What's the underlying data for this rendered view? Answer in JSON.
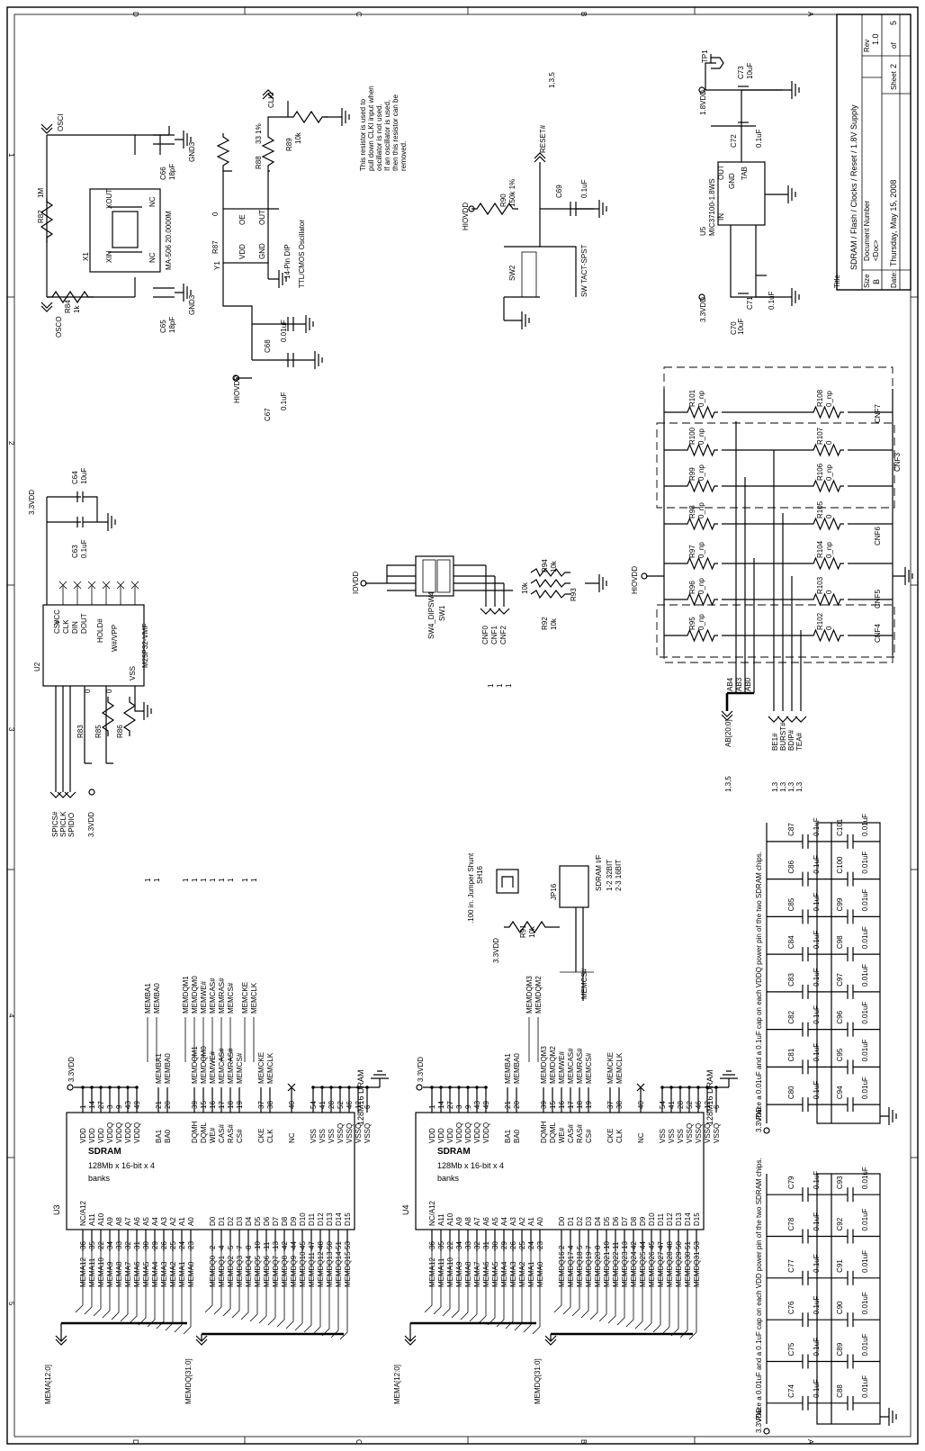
{
  "title_block": {
    "title_label": "Title",
    "title": "SDRAM / Flash / Clocks / Reset / 1.8V Supply",
    "size_label": "Size",
    "size": "B",
    "doc_label": "Document Number",
    "doc": "<Doc>",
    "rev_label": "Rev",
    "rev": "1.0",
    "date_label": "Date:",
    "date": "Thursday, May 15, 2008",
    "sheet_label": "Sheet",
    "sheet": "2",
    "of": "of",
    "total": "5"
  },
  "border": {
    "rows": [
      "D",
      "C",
      "B",
      "A"
    ],
    "cols": [
      "1",
      "2",
      "3",
      "4",
      "5"
    ]
  },
  "osc_section": {
    "net_osci": "OSCI",
    "net_osco": "OSCO",
    "r82": "R82",
    "r82_val": "1M",
    "r84": "R84",
    "r84_val": "1k",
    "x1": "X1",
    "x1_part": "MA-506 20.0000M",
    "pin_xin": "XIN",
    "pin_xout": "XOUT",
    "pin_nc": "NC",
    "c66": "C66",
    "c66_val": "18pF",
    "c65": "C65",
    "c65_val": "18pF",
    "gnd3": "GND3"
  },
  "clk_section": {
    "y1": "Y1",
    "y1_type": "14-Pin DIP",
    "y1_desc": "TTL/CMOS Oscillator",
    "pin_vdd": "VDD",
    "pin_oe": "OE",
    "pin_out": "OUT",
    "pin_gnd": "GND",
    "r87": "R87",
    "r87_val": "0",
    "r88": "R88",
    "r88_val": "33 1%",
    "r89": "R89",
    "r89_val": "10k",
    "net_clki": "CLKI",
    "c68": "C68",
    "c68_val": "0.01uF",
    "c67": "C67",
    "c67_val": "0.1uF",
    "hiovdd": "HIOVDD",
    "note_lines": [
      "This resistor is used to",
      "pull down CLKI input when",
      "oscillator is not used.",
      "If an oscillator is used,",
      "then this resistor can be",
      "removed."
    ]
  },
  "reset_section": {
    "net_reset": "RESET#",
    "pages": "1,3,5",
    "r90": "R90",
    "r90_val": "150k 1%",
    "c69": "C69",
    "c69_val": "0.1uF",
    "sw2": "SW2",
    "sw2_desc": "SW TACT-SPST",
    "hiovdd": "HIOVDD"
  },
  "ldo_section": {
    "u5": "U5",
    "u5_part": "MIC37100-1.8WS",
    "pin_in": "IN",
    "pin_out": "OUT",
    "pin_gnd": "GND",
    "pin_tab": "TAB",
    "tp1": "TP1",
    "v18": "1.8VDD",
    "v33": "3.3VDD",
    "c73": "C73",
    "c73_val": "10uF",
    "c72": "C72",
    "c72_val": "0.1uF",
    "c71": "C71",
    "c71_val": "0.1uF",
    "c70": "C70",
    "c70_val": "10uF"
  },
  "flash_section": {
    "u2": "U2",
    "u2_part": "M25P32-VMF",
    "pins_left": [
      "CS#",
      "CLK",
      "DIN",
      "DOUT",
      "HOLD#",
      "W#/VPP",
      "VSS"
    ],
    "pins_top": [
      "VCC",
      "NC",
      "NC",
      "NC",
      "NC",
      "NC",
      "NC",
      "NC"
    ],
    "v33": "3.3VDD",
    "c64": "C64",
    "c64_val": "10uF",
    "c63": "C63",
    "c63_val": "0.1uF",
    "r83": "R83",
    "r85": "R85",
    "r86": "R86",
    "zero": "0",
    "nets": [
      "SPICS#",
      "SPICLK",
      "SPIDIO"
    ]
  },
  "dip_section": {
    "sw1": "SW1",
    "sw1_part": "SW4_DIPSW4",
    "iovdd": "IOVDD",
    "r94": "R94",
    "r94_val": "10k",
    "r93": "R93",
    "r93_val": "10k",
    "r92": "R92",
    "r92_val": "10k",
    "nets": [
      "CNF0",
      "CNF1",
      "CNF2"
    ],
    "refs": [
      "1",
      "1",
      "1"
    ]
  },
  "cnf_section": {
    "hiovdd": "HIOVDD",
    "left": [
      {
        "ref": "R101",
        "val": "0_np"
      },
      {
        "ref": "R100",
        "val": "0_np"
      },
      {
        "ref": "R99",
        "val": "0_np"
      },
      {
        "ref": "R98",
        "val": "0_np"
      },
      {
        "ref": "R97",
        "val": "0_np"
      },
      {
        "ref": "R96",
        "val": "0_np"
      },
      {
        "ref": "R95",
        "val": "0_np"
      }
    ],
    "right": [
      {
        "ref": "R108",
        "val": "0_np"
      },
      {
        "ref": "R107",
        "val": "0"
      },
      {
        "ref": "R106",
        "val": "0_np"
      },
      {
        "ref": "R105",
        "val": "0"
      },
      {
        "ref": "R104",
        "val": "0_np"
      },
      {
        "ref": "R103",
        "val": "0"
      },
      {
        "ref": "R102",
        "val": "0"
      }
    ],
    "groups": [
      "CNF7",
      "CNF3",
      "CNF6",
      "CNF5",
      "CNF4"
    ],
    "ab_nets": [
      "AB4",
      "AB3",
      "AB0"
    ],
    "ab_bus": "AB[20:0]",
    "ab_pages": "1,3,5",
    "ctl_nets": [
      "BE1#",
      "BURST#",
      "BDIP#",
      "TEA#"
    ],
    "ctl_pages": [
      "1,3",
      "1,3",
      "1,3",
      "1,3"
    ]
  },
  "jumper_section": {
    "sh16": "SH16",
    "sh16_desc": ".100 in. Jumper Shunt",
    "jp16": "JP16",
    "jp16_desc": "SDRAM I/F",
    "jp16_opt1": "1-2 32BIT",
    "jp16_opt2": "2-3 16BIT",
    "r91": "R91",
    "r91_val": "10k",
    "v33": "3.3VDD",
    "net_memcs": "MEMCS#"
  },
  "sdram_u3": {
    "ref": "U3",
    "part": "128M16 DRAM",
    "title": "SDRAM",
    "desc1": "128Mb x 16-bit x 4",
    "desc2": "banks",
    "v33": "3.3VDD",
    "pwr_pins": [
      {
        "name": "VDD",
        "num": "1"
      },
      {
        "name": "VDD",
        "num": "14"
      },
      {
        "name": "VDD",
        "num": "27"
      },
      {
        "name": "VDDQ",
        "num": "3"
      },
      {
        "name": "VDDQ",
        "num": "9"
      },
      {
        "name": "VDDQ",
        "num": "43"
      },
      {
        "name": "VDDQ",
        "num": "49"
      }
    ],
    "ba_pins": [
      {
        "name": "BA1",
        "num": "21",
        "net": "MEMBA1"
      },
      {
        "name": "BA0",
        "num": "20",
        "net": "MEMBA0"
      }
    ],
    "ctl_pins": [
      {
        "name": "DQMH",
        "num": "39",
        "net": "MEMDQM1"
      },
      {
        "name": "DQML",
        "num": "15",
        "net": "MEMDQM0"
      },
      {
        "name": "WE#",
        "num": "16",
        "net": "MEMWE#"
      },
      {
        "name": "CAS#",
        "num": "17",
        "net": "MEMCAS#"
      },
      {
        "name": "RAS#",
        "num": "18",
        "net": "MEMRAS#"
      },
      {
        "name": "CS#",
        "num": "19",
        "net": "MEMCS#"
      }
    ],
    "ck_pins": [
      {
        "name": "CKE",
        "num": "37",
        "net": "MEMCKE"
      },
      {
        "name": "CLK",
        "num": "38",
        "net": "MEMCLK"
      }
    ],
    "nc_pin": {
      "name": "NC",
      "num": "40"
    },
    "gnd_pins": [
      {
        "name": "VSS",
        "num": "54"
      },
      {
        "name": "VSS",
        "num": "41"
      },
      {
        "name": "VSS",
        "num": "28"
      },
      {
        "name": "VSSQ",
        "num": "52"
      },
      {
        "name": "VSSQ",
        "num": "46"
      },
      {
        "name": "VSSQ",
        "num": "12"
      },
      {
        "name": "VSSQ",
        "num": "6"
      }
    ],
    "addr_pins": [
      {
        "name": "NC/A12",
        "num": "36",
        "net": "MEMA12"
      },
      {
        "name": "A11",
        "num": "35",
        "net": "MEMA11"
      },
      {
        "name": "A10",
        "num": "22",
        "net": "MEMA10"
      },
      {
        "name": "A9",
        "num": "34",
        "net": "MEMA9"
      },
      {
        "name": "A8",
        "num": "33",
        "net": "MEMA8"
      },
      {
        "name": "A7",
        "num": "32",
        "net": "MEMA7"
      },
      {
        "name": "A6",
        "num": "31",
        "net": "MEMA6"
      },
      {
        "name": "A5",
        "num": "30",
        "net": "MEMA5"
      },
      {
        "name": "A4",
        "num": "29",
        "net": "MEMA4"
      },
      {
        "name": "A3",
        "num": "26",
        "net": "MEMA3"
      },
      {
        "name": "A2",
        "num": "25",
        "net": "MEMA2"
      },
      {
        "name": "A1",
        "num": "24",
        "net": "MEMA1"
      },
      {
        "name": "A0",
        "num": "23",
        "net": "MEMA0"
      }
    ],
    "data_pins": [
      {
        "name": "D0",
        "num": "2",
        "net": "MEMDQ0"
      },
      {
        "name": "D1",
        "num": "4",
        "net": "MEMDQ1"
      },
      {
        "name": "D2",
        "num": "5",
        "net": "MEMDQ2"
      },
      {
        "name": "D3",
        "num": "7",
        "net": "MEMDQ3"
      },
      {
        "name": "D4",
        "num": "8",
        "net": "MEMDQ4"
      },
      {
        "name": "D5",
        "num": "10",
        "net": "MEMDQ5"
      },
      {
        "name": "D6",
        "num": "11",
        "net": "MEMDQ6"
      },
      {
        "name": "D7",
        "num": "13",
        "net": "MEMDQ7"
      },
      {
        "name": "D8",
        "num": "42",
        "net": "MEMDQ8"
      },
      {
        "name": "D9",
        "num": "44",
        "net": "MEMDQ9"
      },
      {
        "name": "D10",
        "num": "45",
        "net": "MEMDQ10"
      },
      {
        "name": "D11",
        "num": "47",
        "net": "MEMDQ11"
      },
      {
        "name": "D12",
        "num": "48",
        "net": "MEMDQ12"
      },
      {
        "name": "D13",
        "num": "50",
        "net": "MEMDQ13"
      },
      {
        "name": "D14",
        "num": "51",
        "net": "MEMDQ14"
      },
      {
        "name": "D15",
        "num": "53",
        "net": "MEMDQ15"
      }
    ],
    "bus_addr": "MEMA[12:0]",
    "bus_data": "MEMDQ[31:0]",
    "offsheet": [
      "MEMBA1",
      "MEMBA0",
      "MEMDQM1",
      "MEMDQM0",
      "MEMWE#",
      "MEMCAS#",
      "MEMRAS#",
      "MEMCS#",
      "MEMCKE",
      "MEMCLK"
    ]
  },
  "sdram_u4": {
    "ref": "U4",
    "part": "128M16 DRAM",
    "title": "SDRAM",
    "desc1": "128Mb x 16-bit x 4",
    "desc2": "banks",
    "v33": "3.3VDD",
    "ctl_nets": [
      "MEMDQM3",
      "MEMDQM2",
      "MEMWE#",
      "MEMCAS#",
      "MEMRAS#",
      "MEMCS#"
    ],
    "data_nets": [
      "MEMDQ16",
      "MEMDQ17",
      "MEMDQ18",
      "MEMDQ19",
      "MEMDQ20",
      "MEMDQ21",
      "MEMDQ22",
      "MEMDQ23",
      "MEMDQ24",
      "MEMDQ25",
      "MEMDQ26",
      "MEMDQ27",
      "MEMDQ28",
      "MEMDQ29",
      "MEMDQ30",
      "MEMDQ31"
    ],
    "offsheet": [
      "MEMDQM3",
      "MEMDQM2"
    ],
    "bus_addr": "MEMA[12:0]",
    "bus_data": "MEMDQ[31:0]"
  },
  "decoupling": {
    "note_vdd": "Place a 0.01uF and a 0.1uF cap on each VDD power pin of the two SDRAM chips.",
    "note_vddq": "Place a 0.01uF and a 0.1uF cap on each VDDQ power pin of the two SDRAM chips.",
    "v33": "3.3VDD",
    "vdd_top": [
      {
        "ref": "C79",
        "val": "0.1uF"
      },
      {
        "ref": "C78",
        "val": "0.1uF"
      },
      {
        "ref": "C77",
        "val": "0.1uF"
      },
      {
        "ref": "C76",
        "val": "0.1uF"
      },
      {
        "ref": "C75",
        "val": "0.1uF"
      },
      {
        "ref": "C74",
        "val": "0.1uF"
      }
    ],
    "vdd_bot": [
      {
        "ref": "C93",
        "val": "0.01uF"
      },
      {
        "ref": "C92",
        "val": "0.01uF"
      },
      {
        "ref": "C91",
        "val": "0.01uF"
      },
      {
        "ref": "C90",
        "val": "0.01uF"
      },
      {
        "ref": "C89",
        "val": "0.01uF"
      },
      {
        "ref": "C88",
        "val": "0.01uF"
      }
    ],
    "vddq_top": [
      {
        "ref": "C87",
        "val": "0.1uF"
      },
      {
        "ref": "C86",
        "val": "0.1uF"
      },
      {
        "ref": "C85",
        "val": "0.1uF"
      },
      {
        "ref": "C84",
        "val": "0.1uF"
      },
      {
        "ref": "C83",
        "val": "0.1uF"
      },
      {
        "ref": "C82",
        "val": "0.1uF"
      },
      {
        "ref": "C81",
        "val": "0.1uF"
      },
      {
        "ref": "C80",
        "val": "0.1uF"
      }
    ],
    "vddq_bot": [
      {
        "ref": "C101",
        "val": "0.01uF"
      },
      {
        "ref": "C100",
        "val": "0.01uF"
      },
      {
        "ref": "C99",
        "val": "0.01uF"
      },
      {
        "ref": "C98",
        "val": "0.01uF"
      },
      {
        "ref": "C97",
        "val": "0.01uF"
      },
      {
        "ref": "C96",
        "val": "0.01uF"
      },
      {
        "ref": "C95",
        "val": "0.01uF"
      },
      {
        "ref": "C94",
        "val": "0.01uF"
      }
    ]
  }
}
